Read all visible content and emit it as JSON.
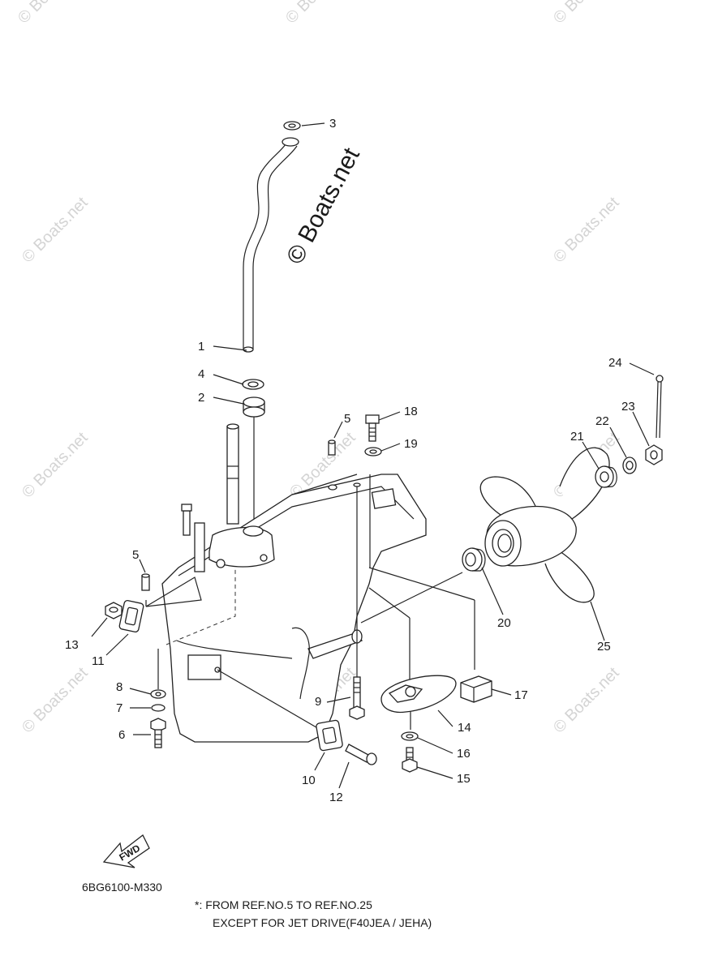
{
  "watermark": {
    "brand": "© Boats.net"
  },
  "fwd_label": "FWD",
  "diagram_code": "6BG6100-M330",
  "note": {
    "line1": "*: FROM REF.NO.5 TO REF.NO.25",
    "line2": "EXCEPT FOR JET DRIVE(F40JEA / JEHA)"
  },
  "callouts": [
    "1",
    "2",
    "3",
    "4",
    "5",
    "5",
    "6",
    "7",
    "8",
    "9",
    "10",
    "11",
    "12",
    "13",
    "14",
    "15",
    "16",
    "17",
    "18",
    "19",
    "20",
    "21",
    "22",
    "23",
    "24",
    "25"
  ],
  "colors": {
    "ink": "#222222",
    "watermark": "#d4d4d4"
  }
}
